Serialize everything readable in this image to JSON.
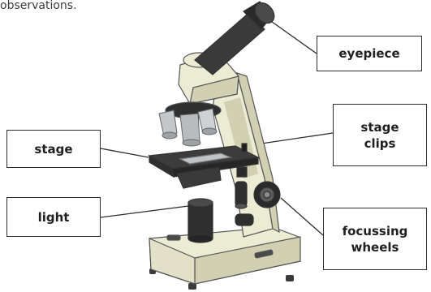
{
  "intro_text": "observations.",
  "labels": {
    "eyepiece": "eyepiece",
    "stage": "stage",
    "stage_clips_line1": "stage",
    "stage_clips_line2": "clips",
    "light": "light",
    "focussing_line1": "focussing",
    "focussing_line2": "wheels"
  },
  "colors": {
    "body_cream": "#ecebd4",
    "body_shadow": "#d2d0b2",
    "dark": "#2f2f2f",
    "metal": "#b9bcbe",
    "outline": "#555555",
    "label_border": "#2d2d2d"
  }
}
